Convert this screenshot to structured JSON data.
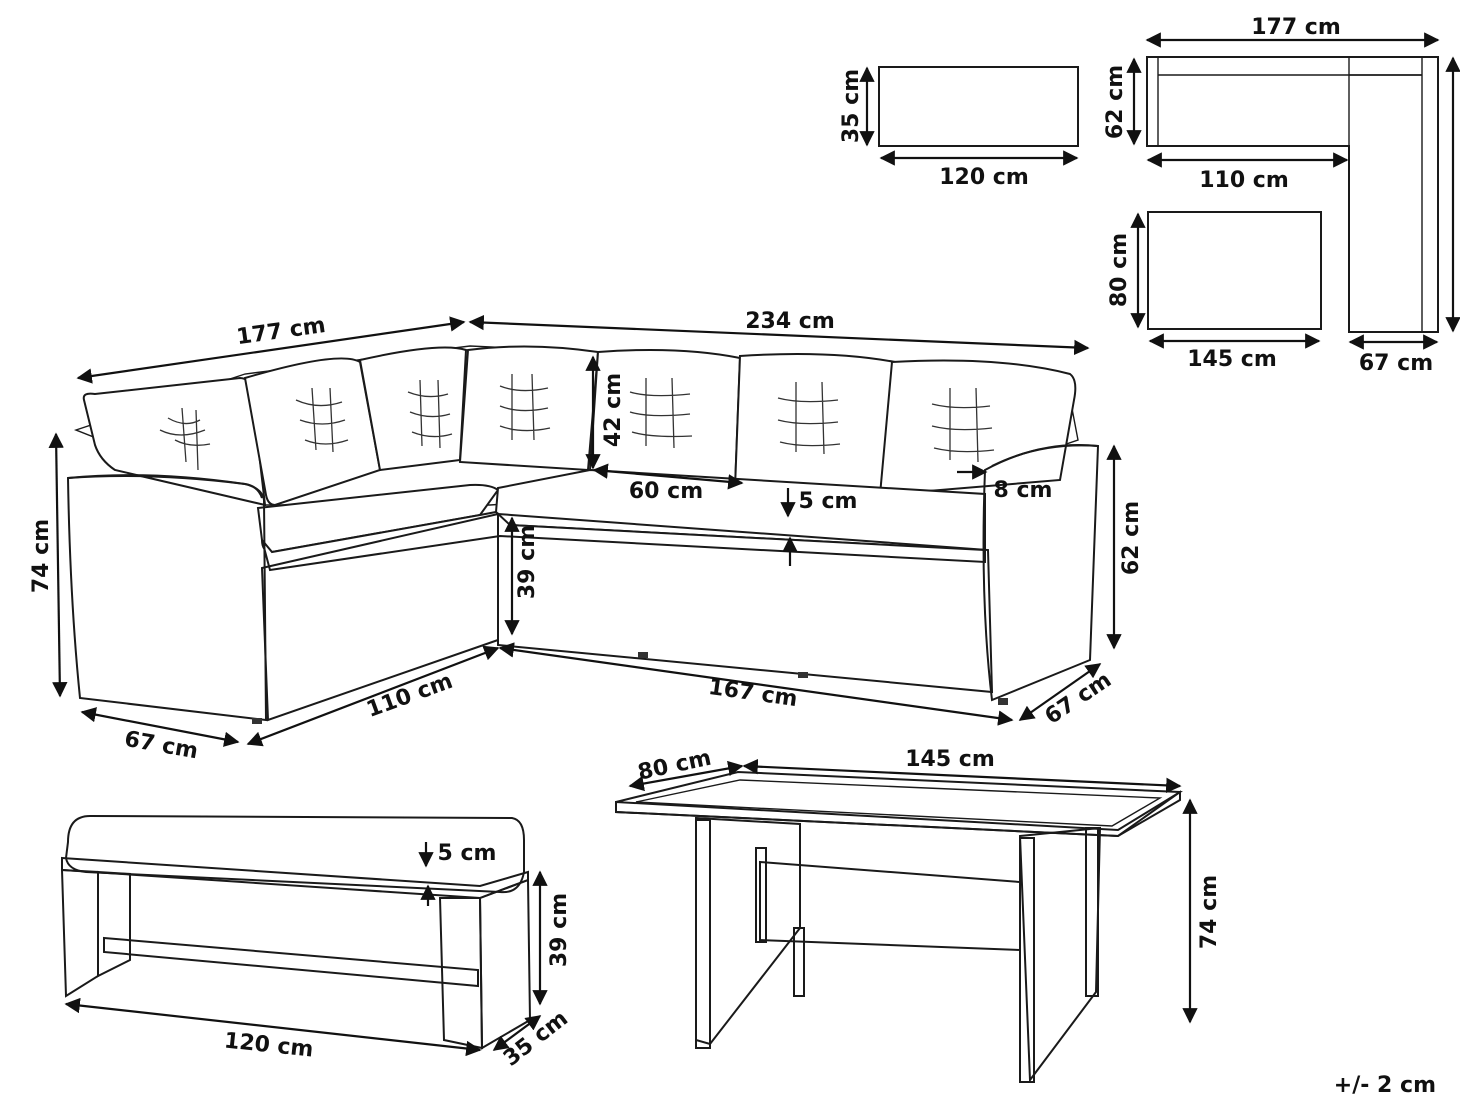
{
  "colors": {
    "line": "#1a1a1a",
    "wicker": "#9a9a9a",
    "background": "#ffffff"
  },
  "plan": {
    "stool_width": "120 cm",
    "stool_depth": "35 cm",
    "sofa_top_length": "177 cm",
    "sofa_depth": "62 cm",
    "sofa_inner_length": "110 cm",
    "sofa_side_depth": "67 cm",
    "table_width": "145 cm",
    "table_depth": "80 cm"
  },
  "sofa": {
    "left_length": "177 cm",
    "right_length": "234 cm",
    "back_cushion_height": "42 cm",
    "seat_depth": "60 cm",
    "cushion_thickness": "5 cm",
    "armrest_width": "8 cm",
    "height": "74 cm",
    "seat_height": "39 cm",
    "arm_height": "62 cm",
    "left_depth": "67 cm",
    "left_inner_length": "110 cm",
    "right_inner_length": "167 cm",
    "right_depth": "67 cm"
  },
  "bench": {
    "cushion_thickness": "5 cm",
    "height": "39 cm",
    "length": "120 cm",
    "depth": "35 cm"
  },
  "table": {
    "depth": "80 cm",
    "width": "145 cm",
    "height": "74 cm"
  },
  "tolerance": "+/- 2 cm"
}
